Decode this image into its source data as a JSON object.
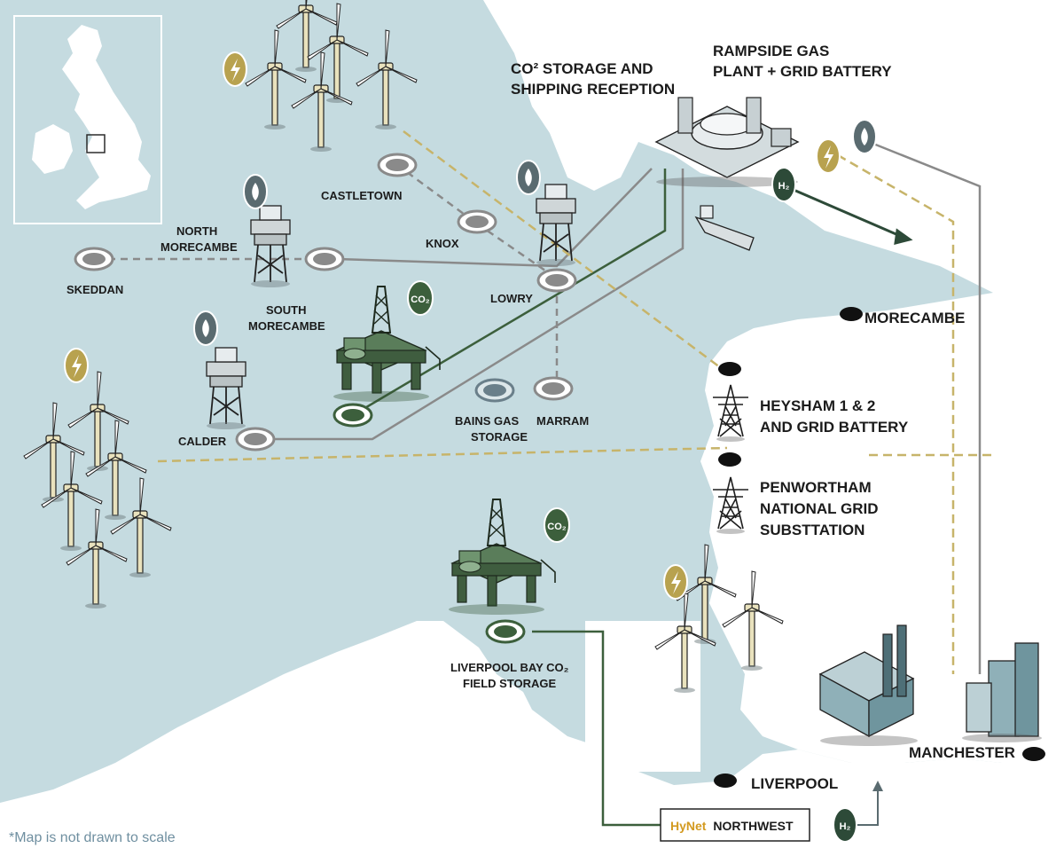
{
  "colors": {
    "sea": "#c5dbe0",
    "land": "#ffffff",
    "pipeline_gas": "#888888",
    "pipeline_co2": "#3c5f3c",
    "power_line": "#c7b46a",
    "hydrogen": "#2d4a38",
    "icon_dark": "#2f3b3f",
    "rig_green": "#4a6b4a",
    "turbine_cream": "#e9e2bd"
  },
  "icons": {
    "gas": "flame-icon",
    "power": "lightning-icon",
    "co2": "co2-icon",
    "hydrogen": "h2-icon",
    "city": "city-marker-icon",
    "field": "gas-field-ring-icon",
    "wind": "wind-turbine-icon",
    "pylon": "pylon-icon",
    "ship": "ship-icon",
    "factory": "factory-icon"
  },
  "labels": {
    "co2_storage": [
      "CO² STORAGE AND",
      "SHIPPING RECEPTION"
    ],
    "rampside": [
      "RAMPSIDE GAS",
      "PLANT + GRID BATTERY"
    ],
    "castletown": "CASTLETOWN",
    "north_morecambe": [
      "NORTH",
      "MORECAMBE"
    ],
    "knox": "KNOX",
    "skeddan": "SKEDDAN",
    "south_morecambe": [
      "SOUTH",
      "MORECAMBE"
    ],
    "lowry": "LOWRY",
    "morecambe": "MORECAMBE",
    "heysham": [
      "HEYSHAM 1 & 2",
      "AND GRID BATTERY"
    ],
    "calder": "CALDER",
    "bains": [
      "BAINS GAS",
      "STORAGE"
    ],
    "marram": "MARRAM",
    "penwortham": [
      "PENWORTHAM",
      "NATIONAL GRID",
      "SUBSTTATION"
    ],
    "liverpool_bay": [
      "LIVERPOOL BAY CO₂",
      "FIELD STORAGE"
    ],
    "manchester": "MANCHESTER",
    "liverpool": "LIVERPOOL",
    "hynet_brand": "HyNet",
    "hynet_region": "NORTHWEST",
    "h2_text": "H₂",
    "co2_text": "CO₂"
  },
  "footnote": "*Map is not drawn to scale"
}
